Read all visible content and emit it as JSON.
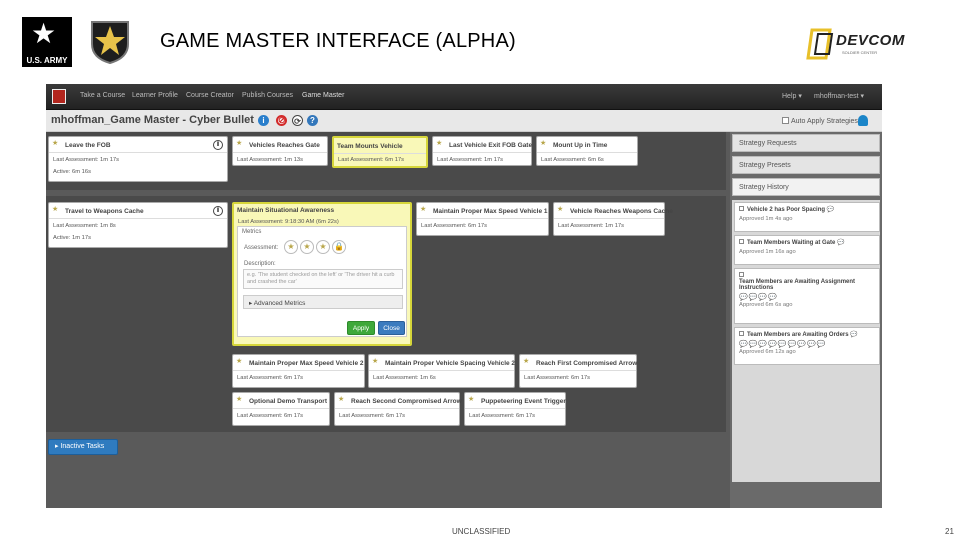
{
  "slide": {
    "title": "GAME MASTER INTERFACE (ALPHA)",
    "army_logo_text": "U.S. ARMY",
    "devcom_logo_text": "DEVCOM",
    "devcom_sub_text": "SOLDIER CENTER",
    "classification": "UNCLASSIFIED",
    "page_number": "21"
  },
  "navbar": {
    "items": [
      "Take a Course",
      "Learner Profile",
      "Course Creator",
      "Publish Courses",
      "Game Master"
    ],
    "active": "Game Master",
    "help": "Help ▾",
    "user": "mhoffman-test ▾"
  },
  "header": {
    "title": "mhoffman_Game Master - Cyber Bullet",
    "auto_apply": "Auto Apply Strategies",
    "icons": [
      "info-icon",
      "stop-icon",
      "refresh-icon",
      "help-icon",
      "bell-icon"
    ],
    "colors": {
      "info": "#2a7fcc",
      "stop": "#d22a2a",
      "refresh": "#444444",
      "help": "#3377bb"
    }
  },
  "lane1": {
    "cards": [
      {
        "title": "Leave the FOB",
        "last": "Last Assessment: 1m 17s",
        "active": "Active: 6m 16s"
      },
      {
        "title": "Vehicles Reaches Gate",
        "last": "Last Assessment: 1m 13s"
      },
      {
        "title": "Team Mounts Vehicle",
        "last": "Last Assessment: 6m 17s"
      },
      {
        "title": "Last Vehicle Exit FOB Gate",
        "last": "Last Assessment: 1m 17s"
      },
      {
        "title": "Mount Up in Time",
        "last": "Last Assessment: 6m 6s"
      }
    ]
  },
  "lane2": {
    "travel": {
      "title": "Travel to Weapons Cache",
      "last": "Last Assessment: 1m 8s",
      "active": "Active: 1m 17s"
    },
    "situational": {
      "title": "Maintain Situational Awareness",
      "last": "Last Assessment: 9:18:30 AM (6m 22s)",
      "metrics_label": "Metrics",
      "assessment_label": "Assessment:",
      "description_label": "Description:",
      "description_placeholder": "e.g. 'The student checked on the left' or 'The driver hit a curb and crashed the car'",
      "advanced_metrics": "Advanced Metrics",
      "apply": "Apply",
      "close": "Close"
    },
    "cards_row1": [
      {
        "title": "Maintain Proper Max Speed Vehicle 1",
        "last": "Last Assessment: 6m 17s"
      },
      {
        "title": "Vehicle Reaches Weapons Cache",
        "last": "Last Assessment: 1m 17s"
      }
    ],
    "cards_row2": [
      {
        "title": "Maintain Proper Max Speed Vehicle 2",
        "last": "Last Assessment: 6m 17s"
      },
      {
        "title": "Maintain Proper Vehicle Spacing Vehicle 2",
        "last": "Last Assessment: 1m 6s"
      },
      {
        "title": "Reach First Compromised Arrow",
        "last": "Last Assessment: 6m 17s"
      }
    ],
    "cards_row3": [
      {
        "title": "Optional Demo Transport",
        "last": "Last Assessment: 6m 17s"
      },
      {
        "title": "Reach Second Compromised Arrow",
        "last": "Last Assessment: 6m 17s"
      },
      {
        "title": "Puppeteering Event Trigger",
        "last": "Last Assessment: 6m 17s"
      }
    ]
  },
  "inactive_tasks": "Inactive Tasks",
  "sidebar": {
    "tabs": [
      "Strategy Requests",
      "Strategy Presets",
      "Strategy History"
    ],
    "history": [
      {
        "title": "Vehicle 2 has Poor Spacing",
        "when": "Approved 1m 4s ago"
      },
      {
        "title": "Team Members Waiting at Gate",
        "when": "Approved 1m 16s ago"
      },
      {
        "title": "Team Members are Awaiting Assignment Instructions",
        "when": "Approved 6m 6s ago"
      },
      {
        "title": "Team Members are Awaiting Orders",
        "when": "Approved 6m 12s ago"
      }
    ]
  }
}
